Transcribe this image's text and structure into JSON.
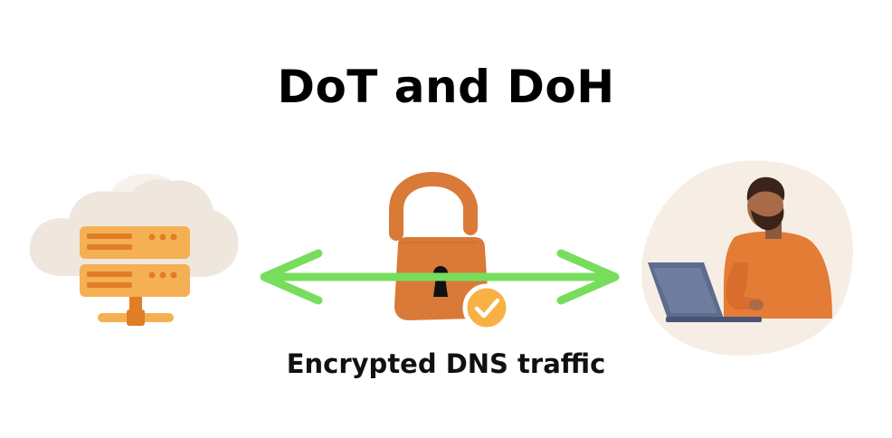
{
  "diagram": {
    "title": "DoT and DoH",
    "caption": "Encrypted DNS traffic",
    "nodes": [
      {
        "role": "server",
        "icon": "cloud-server-icon"
      },
      {
        "role": "lock",
        "icon": "unlocked-padlock-icon"
      },
      {
        "role": "client",
        "icon": "person-laptop-icon"
      }
    ],
    "connection": {
      "style": "double-arrow",
      "color": "#77DD5C"
    },
    "colors": {
      "cloud": "#EFE7DD",
      "server_unit": "#F5B053",
      "server_accent": "#E07E28",
      "padlock": "#D97A38",
      "check": "#F8B244",
      "person_shirt": "#E47C36",
      "laptop": "#5E6B8C",
      "backdrop": "#F6EEE5"
    }
  }
}
